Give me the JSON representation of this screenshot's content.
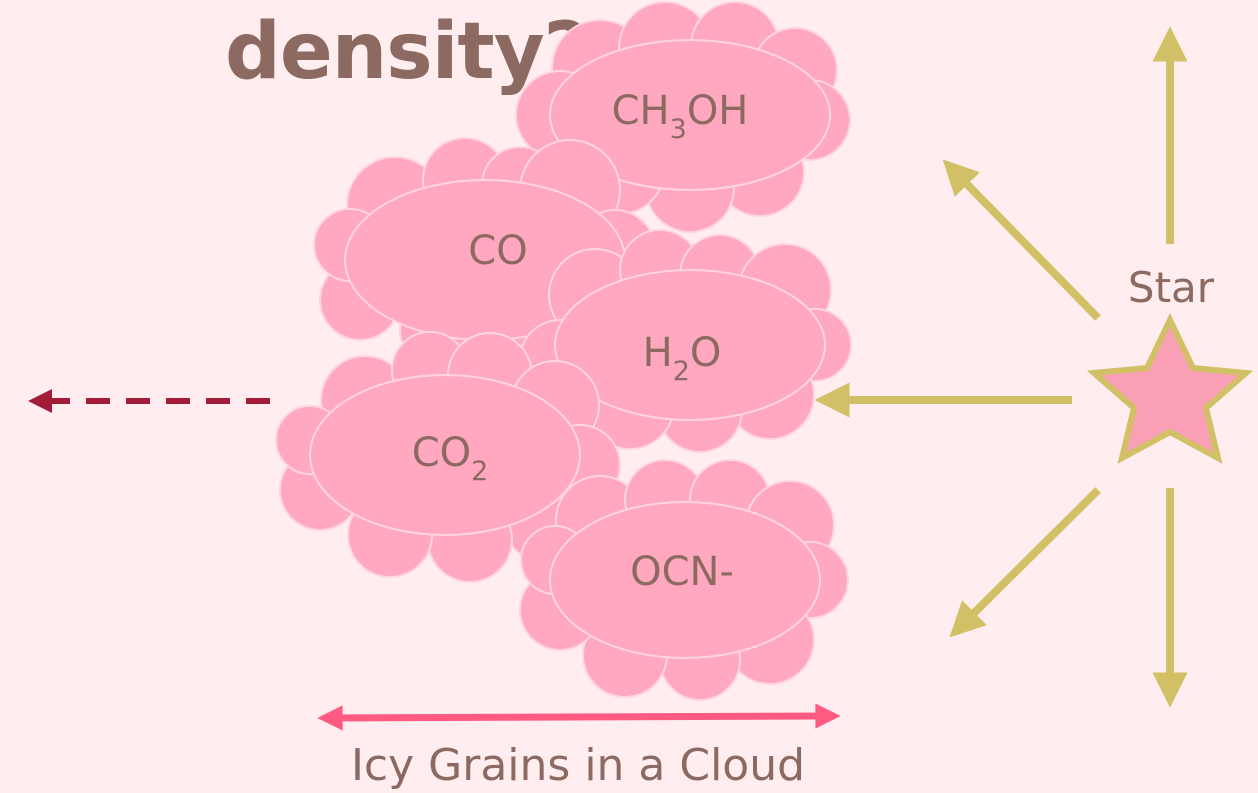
{
  "title": "density?",
  "clouds": [
    {
      "id": "ch3oh",
      "base": "CH",
      "sub": "3",
      "tail": "OH"
    },
    {
      "id": "co",
      "base": "CO",
      "sub": "",
      "tail": ""
    },
    {
      "id": "h2o",
      "base": "H",
      "sub": "2",
      "tail": "O"
    },
    {
      "id": "co2",
      "base": "CO",
      "sub": "2",
      "tail": ""
    },
    {
      "id": "ocn",
      "base": "OCN-",
      "sub": "",
      "tail": ""
    }
  ],
  "star_label": "Star",
  "caption": "Icy Grains in a Cloud",
  "colors": {
    "background": "#ffedef",
    "cloud": "#ffa8bf",
    "text": "#8d6a61",
    "radiation_arrow": "#d1c065",
    "outflow_arrow": "#a01c38",
    "span_arrow": "#ff5a82",
    "star_fill": "#f9a0b6",
    "star_stroke": "#d1c065"
  }
}
